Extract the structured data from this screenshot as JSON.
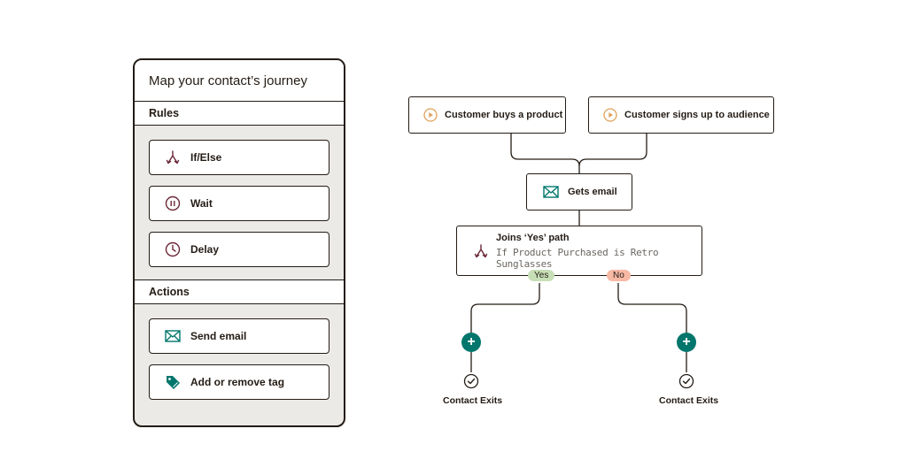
{
  "panel": {
    "title": "Map your contact’s journey",
    "rules_header": "Rules",
    "rules": [
      {
        "label": "If/Else",
        "icon": "split-icon"
      },
      {
        "label": "Wait",
        "icon": "pause-icon"
      },
      {
        "label": "Delay",
        "icon": "clock-icon"
      }
    ],
    "actions_header": "Actions",
    "actions": [
      {
        "label": "Send email",
        "icon": "envelope-icon"
      },
      {
        "label": "Add or remove tag",
        "icon": "tag-icon"
      }
    ]
  },
  "flow": {
    "trigger1": "Customer buys a product",
    "trigger2": "Customer signs up to audience",
    "email_step": "Gets email",
    "condition_title": "Joins ‘Yes’ path",
    "condition_subtitle": "If Product Purchased is Retro Sunglasses",
    "yes_label": "Yes",
    "no_label": "No",
    "exit_yes": "Contact Exits",
    "exit_no": "Contact Exits",
    "plus_symbol": "+"
  },
  "colors": {
    "accent_teal": "#00766c",
    "maroon": "#6b2737",
    "yes_bg": "#c7dfb7",
    "no_bg": "#f7b8a4",
    "play_orange": "#e0a25a"
  }
}
